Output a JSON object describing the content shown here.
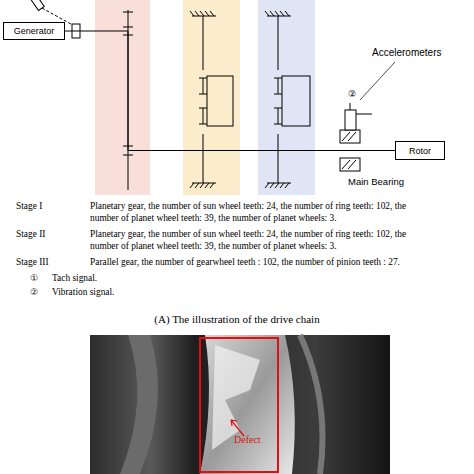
{
  "diagram": {
    "caption": "(A) The illustration of the drive chain",
    "nodes": [
      {
        "text": [
          "Generator"
        ]
      },
      {
        "text": [
          "Rotor"
        ]
      }
    ],
    "edges": [
      {
        "from": 0,
        "to": 1,
        "arrow": "none"
      }
    ],
    "labels": [
      "②",
      "Accelerometers",
      "Main Bearing",
      "Stage I",
      "Planetary gear, the number of sun wheel teeth: 24, the number of ring teeth: 102, the number of planet wheel teeth: 39, the number of planet wheels: 3.",
      "Stage II",
      "Planetary gear, the number of sun wheel teeth: 24, the number of ring teeth: 102, the number of planet wheel teeth: 39, the number of planet wheels: 3.",
      "Stage III",
      "Parallel gear, the number of gearwheel teeth : 102, the number of pinion teeth : 27.",
      "①",
      "Tach signal.",
      "②",
      "Vibration signal.",
      "Defect"
    ]
  }
}
